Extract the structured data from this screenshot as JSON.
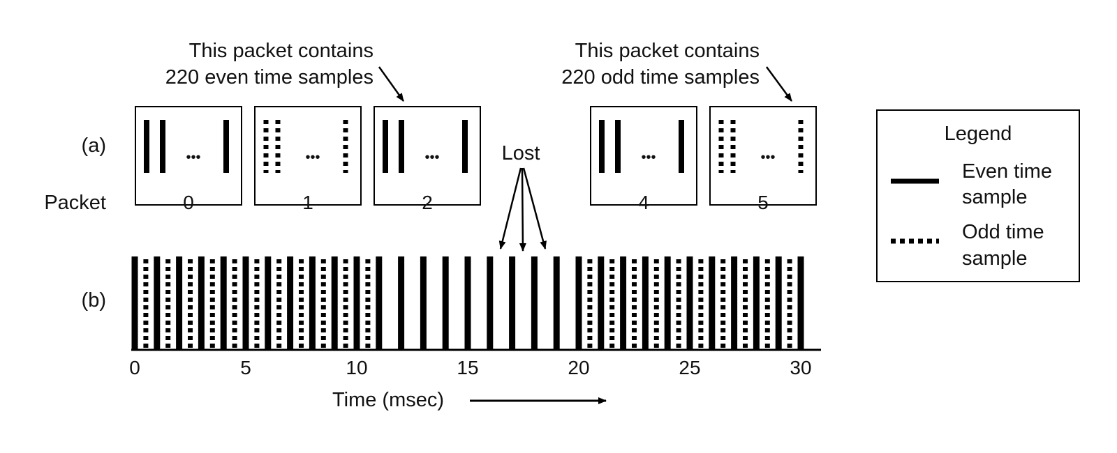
{
  "diagram": {
    "callout_even": [
      "This packet contains",
      "220 even time samples"
    ],
    "callout_odd": [
      "This packet contains",
      "220 odd time samples"
    ],
    "row_a_label": "(a)",
    "row_b_label": "(b)",
    "packet_row_label": "Packet",
    "lost_label": "Lost",
    "ellipsis": "•••",
    "packets": [
      {
        "number": "0",
        "kind": "even"
      },
      {
        "number": "1",
        "kind": "odd"
      },
      {
        "number": "2",
        "kind": "even"
      },
      {
        "number": "4",
        "kind": "even"
      },
      {
        "number": "5",
        "kind": "odd"
      }
    ],
    "time_axis": {
      "label": "Time (msec)",
      "ticks": [
        "0",
        "5",
        "10",
        "15",
        "20",
        "25",
        "30"
      ],
      "range_msec": [
        0,
        30
      ],
      "lost_interval_msec": [
        11,
        20
      ]
    },
    "legend": {
      "title": "Legend",
      "even_label": [
        "Even time",
        "sample"
      ],
      "odd_label": [
        "Odd time",
        "sample"
      ]
    },
    "colors": {
      "ink": "#000000",
      "background": "#ffffff"
    }
  }
}
